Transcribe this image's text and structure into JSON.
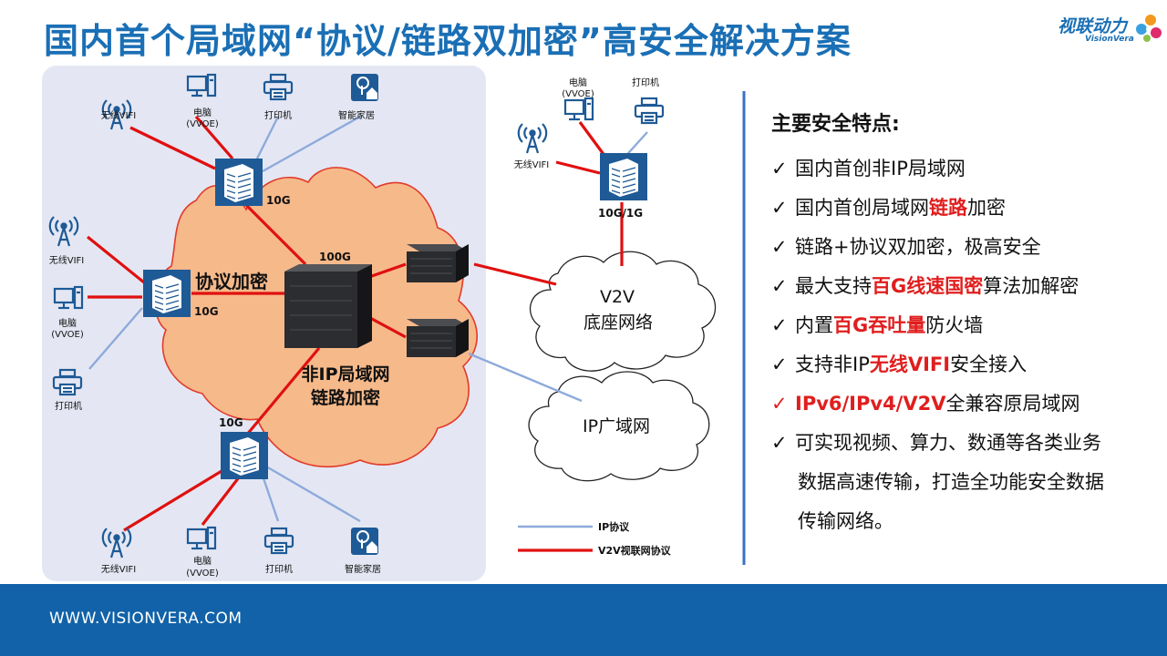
{
  "title": "国内首个局域网“协议/链路双加密”高安全解决方案",
  "logo": {
    "cn": "视联动力",
    "en": "VisionVera"
  },
  "features": {
    "title": "主要安全特点:",
    "items": [
      {
        "parts": [
          {
            "text": "国内首创非IP局域网"
          }
        ]
      },
      {
        "parts": [
          {
            "text": "国内首创局域网"
          },
          {
            "text": "链路",
            "red": true
          },
          {
            "text": "加密"
          }
        ]
      },
      {
        "parts": [
          {
            "text": "链路+协议双加密，极高安全"
          }
        ]
      },
      {
        "parts": [
          {
            "text": "最大支持"
          },
          {
            "text": "百G线速国密",
            "red": true
          },
          {
            "text": "算法加解密"
          }
        ]
      },
      {
        "parts": [
          {
            "text": "内置"
          },
          {
            "text": "百G吞吐量",
            "red": true
          },
          {
            "text": "防火墙"
          }
        ]
      },
      {
        "parts": [
          {
            "text": "支持非IP"
          },
          {
            "text": "无线VIFI",
            "red": true
          },
          {
            "text": "安全接入"
          }
        ]
      },
      {
        "redcheck": true,
        "parts": [
          {
            "text": "IPv6/IPv4/V2V",
            "red": true
          },
          {
            "text": "全兼容原局域网"
          }
        ]
      },
      {
        "parts": [
          {
            "text": "可实现视频、算力、数通等各类业务"
          }
        ]
      }
    ],
    "continuation": [
      "数据高速传输，打造全功能安全数据",
      "传输网络。"
    ]
  },
  "diagram": {
    "labels": {
      "wifi": "无线VIFI",
      "pc": "电脑",
      "vvoe": "(VVOE)",
      "printer": "打印机",
      "smarthome": "智能家居",
      "l10g": "10G",
      "l100g": "100G",
      "l10g1g": "10G/1G",
      "protocol_enc": "协议加密",
      "cloud_line1": "非IP局域网",
      "cloud_line2": "链路加密",
      "v2v_line1": "V2V",
      "v2v_line2": "底座网络",
      "ipwan": "IP广域网",
      "legend_ip": "IP协议",
      "legend_v2v": "V2V视联网协议"
    },
    "colors": {
      "v2v_line": "#e01010",
      "ip_line": "#8eaadb",
      "switch": "#1e5a96",
      "cloud": "#f6b98a",
      "cloud_stroke": "#e23a2a",
      "panel": "#e4e7f3"
    }
  },
  "footer": {
    "url": "WWW.VISIONVERA.COM"
  }
}
